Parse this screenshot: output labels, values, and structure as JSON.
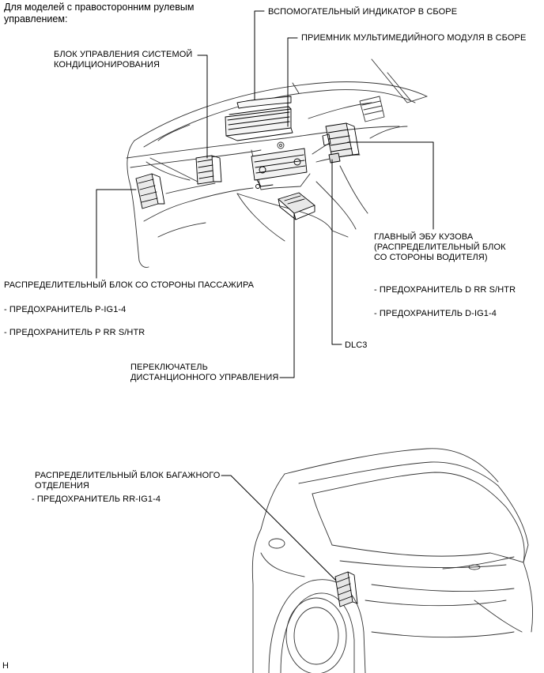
{
  "header": {
    "line1": "Для моделей с правосторонним рулевым",
    "line2": "управлением:"
  },
  "labels": {
    "aux_indicator": "ВСПОМОГАТЕЛЬНЫЙ ИНДИКАТОР В СБОРЕ",
    "multimedia_receiver": "ПРИЕМНИК МУЛЬТИМЕДИЙНОГО МОДУЛЯ В СБОРЕ",
    "ac_control_line1": "БЛОК УПРАВЛЕНИЯ СИСТЕМОЙ",
    "ac_control_line2": "КОНДИЦИОНИРОВАНИЯ",
    "main_body_ecu_line1": "ГЛАВНЫЙ ЭБУ КУЗОВА",
    "main_body_ecu_line2": "(РАСПРЕДЕЛИТЕЛЬНЫЙ БЛОК",
    "main_body_ecu_line3": "СО СТОРОНЫ ВОДИТЕЛЯ)",
    "fuse_d_rr": "- ПРЕДОХРАНИТЕЛЬ D RR S/HTR",
    "fuse_d_ig1": "- ПРЕДОХРАНИТЕЛЬ D-IG1-4",
    "passenger_jb": "РАСПРЕДЕЛИТЕЛЬНЫЙ БЛОК СО СТОРОНЫ ПАССАЖИРА",
    "fuse_p_ig1": "- ПРЕДОХРАНИТЕЛЬ P-IG1-4",
    "fuse_p_rr": "- ПРЕДОХРАНИТЕЛЬ P RR S/HTR",
    "dlc3": "DLC3",
    "remote_switch_line1": "ПЕРЕКЛЮЧАТЕЛЬ",
    "remote_switch_line2": "ДИСТАНЦИОННОГО УПРАВЛЕНИЯ",
    "luggage_jb_line1": "РАСПРЕДЕЛИТЕЛЬНЫЙ БЛОК БАГАЖНОГО",
    "luggage_jb_line2": "ОТДЕЛЕНИЯ",
    "fuse_rr_ig1": "- ПРЕДОХРАНИТЕЛЬ RR-IG1-4"
  },
  "footer": {
    "code": "H"
  }
}
